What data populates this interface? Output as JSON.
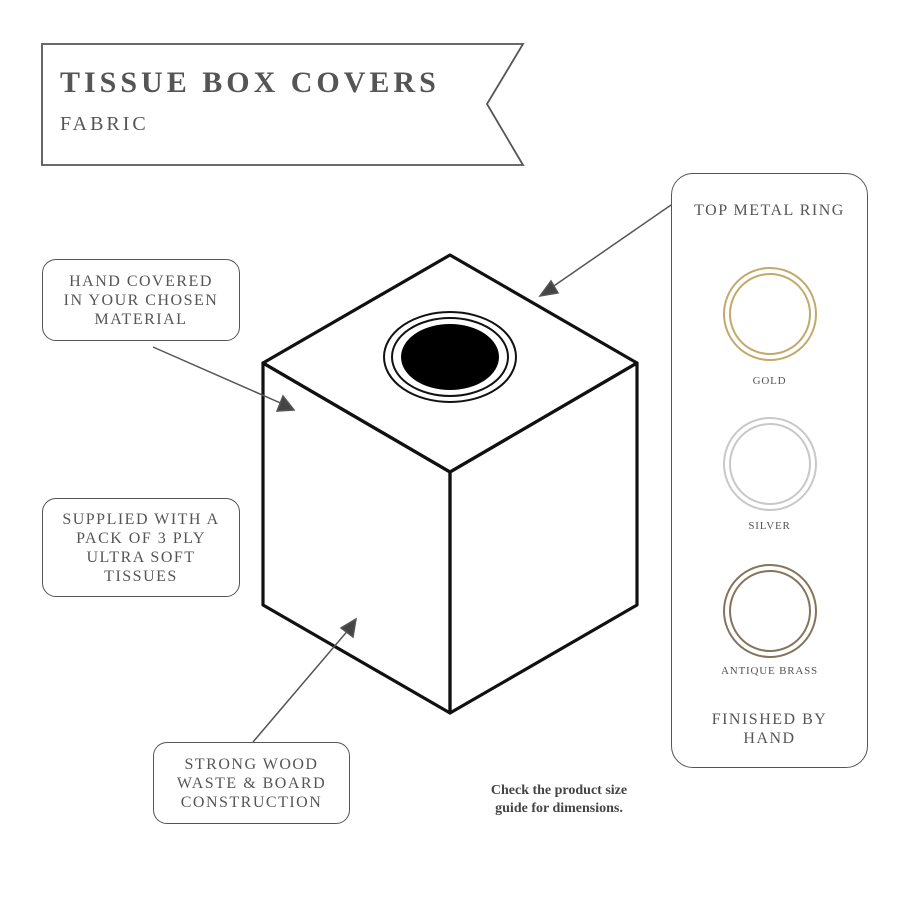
{
  "banner": {
    "title": "TISSUE BOX COVERS",
    "subtitle": "FABRIC"
  },
  "callouts": {
    "hand_covered": [
      "HAND COVERED",
      "IN YOUR CHOSEN",
      "MATERIAL"
    ],
    "supplied": [
      "SUPPLIED WITH A",
      "PACK OF 3 PLY",
      "ULTRA SOFT",
      "TISSUES"
    ],
    "construction": [
      "STRONG WOOD",
      "WASTE & BOARD",
      "CONSTRUCTION"
    ]
  },
  "ring_panel": {
    "heading": "TOP METAL RING",
    "rings": [
      {
        "label": "GOLD",
        "color": "#c2a96a"
      },
      {
        "label": "SILVER",
        "color": "#c8c8c8"
      },
      {
        "label": "ANTIQUE BRASS",
        "color": "#85735a"
      }
    ],
    "footer": [
      "FINISHED BY",
      "HAND"
    ]
  },
  "note": [
    "Check the product size",
    "guide for dimensions."
  ]
}
